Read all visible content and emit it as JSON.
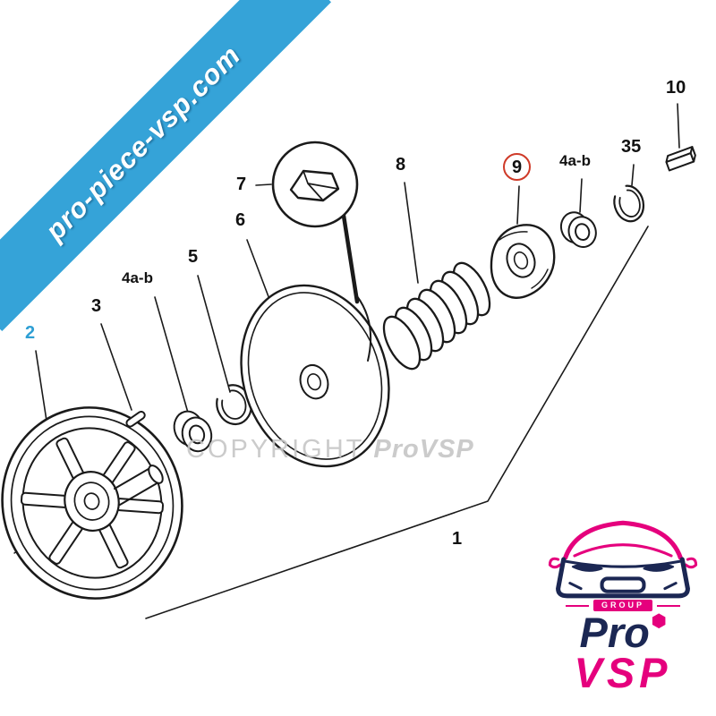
{
  "banner": {
    "text": "pro-piece-vsp.com"
  },
  "watermark": {
    "prefix": "COPYRIGHT",
    "brand": "ProVSP"
  },
  "diagram": {
    "labels": [
      {
        "part": "1",
        "text": "1"
      },
      {
        "part": "2",
        "text": "2"
      },
      {
        "part": "3",
        "text": "3"
      },
      {
        "part": "4a-b-left",
        "text": "4a-b"
      },
      {
        "part": "5",
        "text": "5"
      },
      {
        "part": "6",
        "text": "6"
      },
      {
        "part": "7",
        "text": "7"
      },
      {
        "part": "8",
        "text": "8"
      },
      {
        "part": "9",
        "text": "9",
        "highlighted": true
      },
      {
        "part": "4a-b-right",
        "text": "4a-b"
      },
      {
        "part": "35",
        "text": "35"
      },
      {
        "part": "10",
        "text": "10"
      }
    ]
  },
  "logo": {
    "group_label": "GROUP",
    "brand_top": "Pro",
    "brand_bottom": "VSP"
  },
  "icons": {
    "nut": "⬢"
  },
  "colors": {
    "banner-blue": "#35a3d8",
    "label-blue": "#2e9fd4",
    "highlight-red": "#cf3a28",
    "logo-pink": "#e5007d",
    "logo-navy": "#1b2753",
    "watermark-gray": "#c6c6c6"
  }
}
